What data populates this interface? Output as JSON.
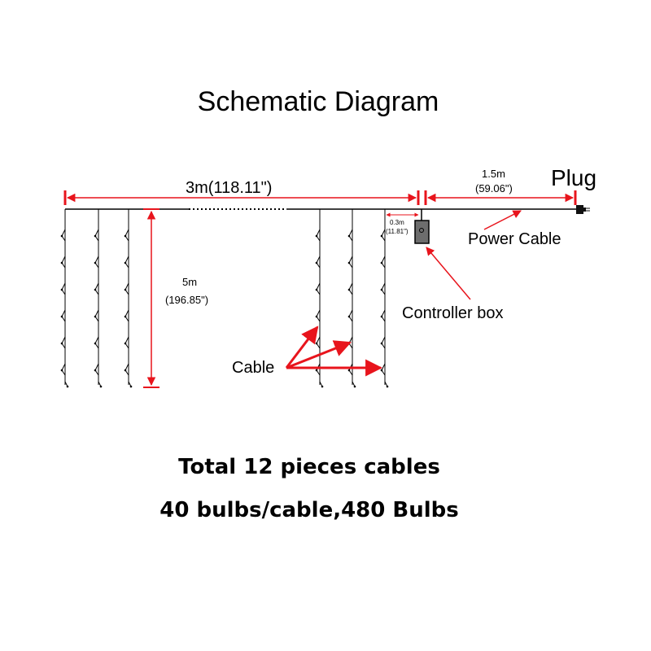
{
  "title": "Schematic Diagram",
  "dimensions": {
    "width_label": "3m(118.11\")",
    "height_label_top": "5m",
    "height_label_bottom": "(196.85\")",
    "lead_label_top": "0.3m",
    "lead_label_bottom": "(11.81\")",
    "power_label_top": "1.5m",
    "power_label_bottom": "(59.06\")"
  },
  "labels": {
    "plug": "Plug",
    "power_cable": "Power Cable",
    "controller_box": "Controller box",
    "cable": "Cable"
  },
  "footer": {
    "line1": "Total 12 pieces cables",
    "line2": "40 bulbs/cable,480 Bulbs"
  },
  "colors": {
    "annotation": "#e8141c",
    "wire": "#000000",
    "controller": "#6d6d6d"
  }
}
